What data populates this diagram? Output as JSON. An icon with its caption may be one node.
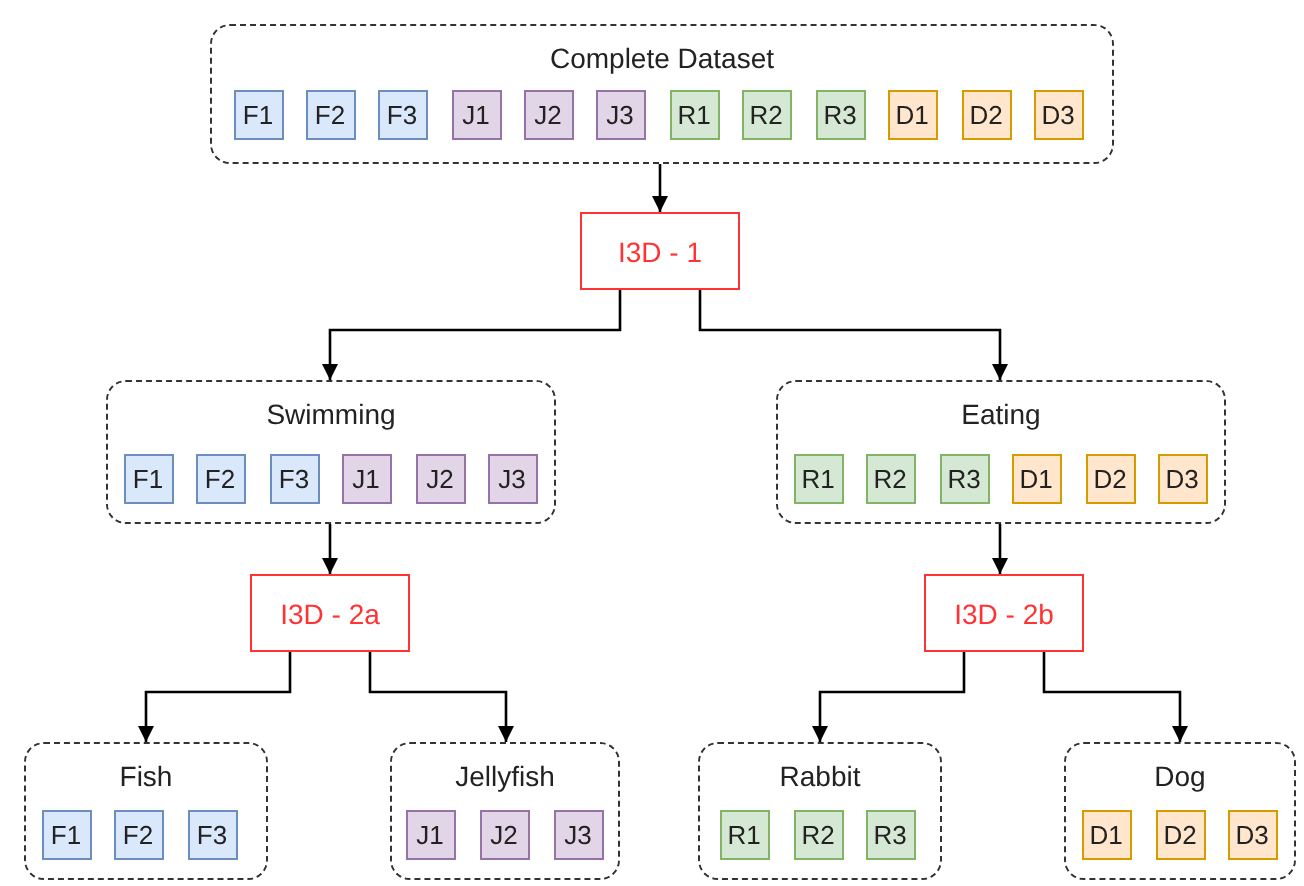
{
  "diagram": {
    "nodes": [
      {
        "text": [
          "Complete Dataset"
        ]
      },
      {
        "text": [
          "F1"
        ],
        "in": 0
      },
      {
        "text": [
          "F2"
        ],
        "in": 0
      },
      {
        "text": [
          "F3"
        ],
        "in": 0
      },
      {
        "text": [
          "J1"
        ],
        "in": 0
      },
      {
        "text": [
          "J2"
        ],
        "in": 0
      },
      {
        "text": [
          "J3"
        ],
        "in": 0
      },
      {
        "text": [
          "R1"
        ],
        "in": 0
      },
      {
        "text": [
          "R2"
        ],
        "in": 0
      },
      {
        "text": [
          "R3"
        ],
        "in": 0
      },
      {
        "text": [
          "D1"
        ],
        "in": 0
      },
      {
        "text": [
          "D2"
        ],
        "in": 0
      },
      {
        "text": [
          "D3"
        ],
        "in": 0
      },
      {
        "text": [
          "I3D - 1"
        ]
      },
      {
        "text": [
          "Swimming"
        ]
      },
      {
        "text": [
          "F1"
        ],
        "in": 14
      },
      {
        "text": [
          "F2"
        ],
        "in": 14
      },
      {
        "text": [
          "F3"
        ],
        "in": 14
      },
      {
        "text": [
          "J1"
        ],
        "in": 14
      },
      {
        "text": [
          "J2"
        ],
        "in": 14
      },
      {
        "text": [
          "J3"
        ],
        "in": 14
      },
      {
        "text": [
          "Eating"
        ]
      },
      {
        "text": [
          "R1"
        ],
        "in": 21
      },
      {
        "text": [
          "R2"
        ],
        "in": 21
      },
      {
        "text": [
          "R3"
        ],
        "in": 21
      },
      {
        "text": [
          "D1"
        ],
        "in": 21
      },
      {
        "text": [
          "D2"
        ],
        "in": 21
      },
      {
        "text": [
          "D3"
        ],
        "in": 21
      },
      {
        "text": [
          "I3D - 2a"
        ]
      },
      {
        "text": [
          "I3D - 2b"
        ]
      },
      {
        "text": [
          "Fish"
        ]
      },
      {
        "text": [
          "F1"
        ],
        "in": 30
      },
      {
        "text": [
          "F2"
        ],
        "in": 30
      },
      {
        "text": [
          "F3"
        ],
        "in": 30
      },
      {
        "text": [
          "Jellyfish"
        ]
      },
      {
        "text": [
          "J1"
        ],
        "in": 34
      },
      {
        "text": [
          "J2"
        ],
        "in": 34
      },
      {
        "text": [
          "J3"
        ],
        "in": 34
      },
      {
        "text": [
          "Rabbit"
        ]
      },
      {
        "text": [
          "R1"
        ],
        "in": 38
      },
      {
        "text": [
          "R2"
        ],
        "in": 38
      },
      {
        "text": [
          "R3"
        ],
        "in": 38
      },
      {
        "text": [
          "Dog"
        ]
      },
      {
        "text": [
          "D1"
        ],
        "in": 42
      },
      {
        "text": [
          "D2"
        ],
        "in": 42
      },
      {
        "text": [
          "D3"
        ],
        "in": 42
      }
    ],
    "edges": [
      {
        "from": 0,
        "to": 13,
        "arrow": "to"
      },
      {
        "from": 13,
        "to": 14,
        "arrow": "to"
      },
      {
        "from": 13,
        "to": 21,
        "arrow": "to"
      },
      {
        "from": 14,
        "to": 28,
        "arrow": "to"
      },
      {
        "from": 21,
        "to": 29,
        "arrow": "to"
      },
      {
        "from": 28,
        "to": 30,
        "arrow": "to"
      },
      {
        "from": 28,
        "to": 34,
        "arrow": "to"
      },
      {
        "from": 29,
        "to": 38,
        "arrow": "to"
      },
      {
        "from": 29,
        "to": 42,
        "arrow": "to"
      }
    ]
  }
}
